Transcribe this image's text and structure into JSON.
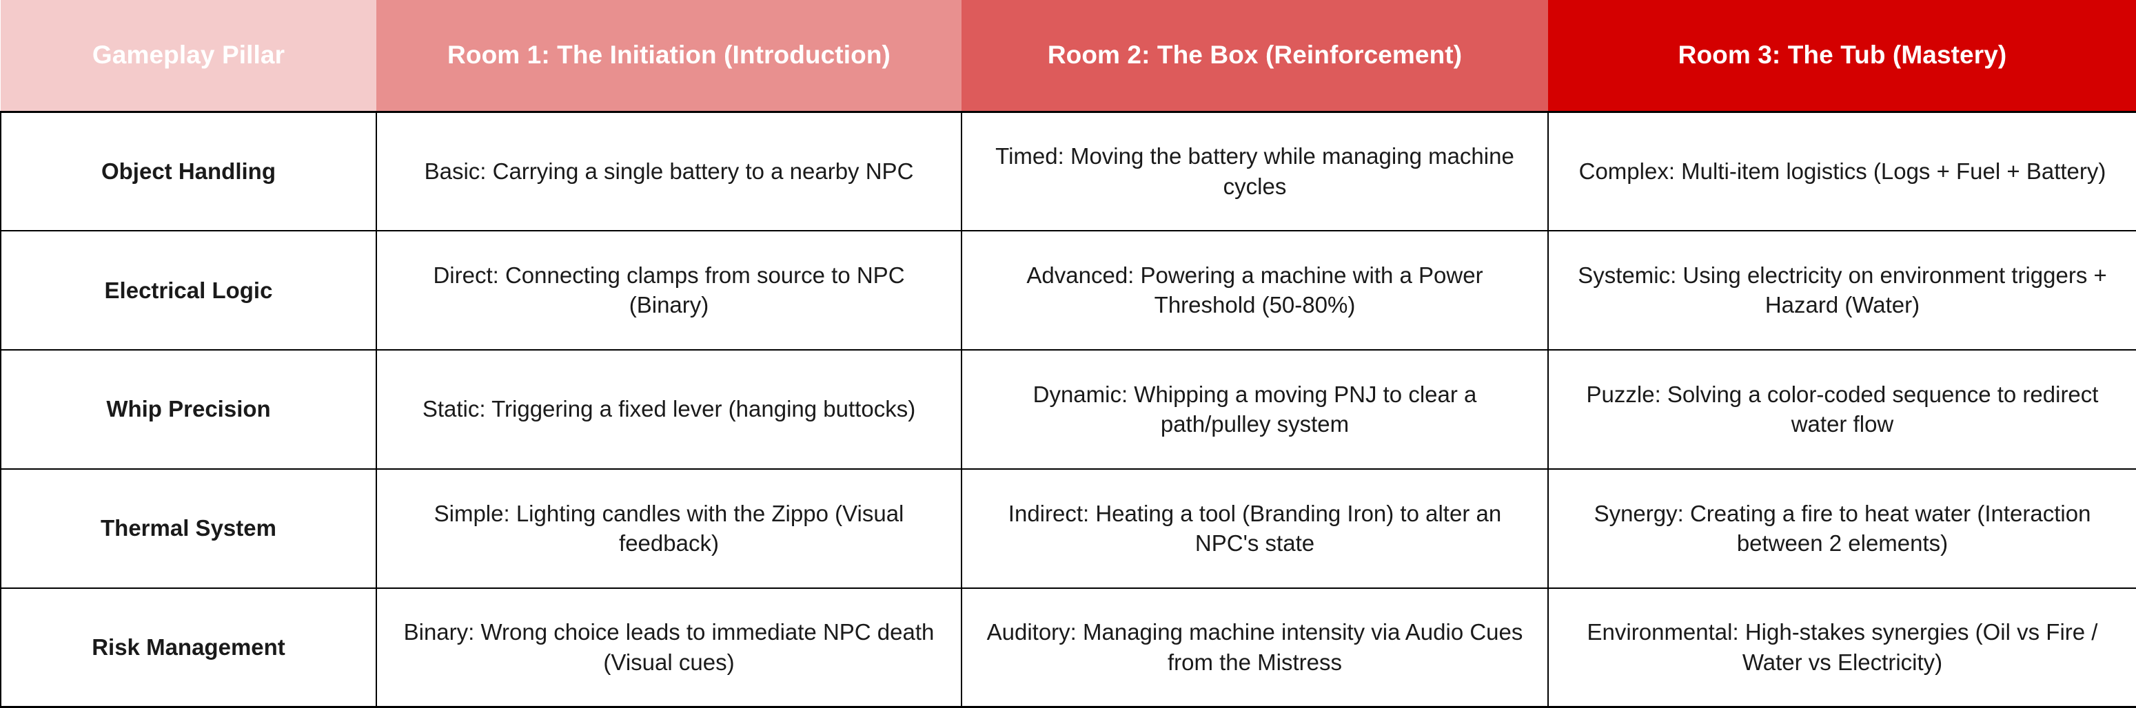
{
  "table": {
    "headers": [
      {
        "label": "Gameplay Pillar",
        "color": "#f4cbcb"
      },
      {
        "label": "Room 1: The Initiation (Introduction)",
        "color": "#e8908f"
      },
      {
        "label": "Room 2: The Box (Reinforcement)",
        "color": "#dd5b5b"
      },
      {
        "label": "Room 3: The Tub (Mastery)",
        "color": "#d40000"
      }
    ],
    "rows": [
      {
        "pillar": "Object Handling",
        "room1": "Basic: Carrying a single battery to a nearby NPC",
        "room2": "Timed: Moving the battery while managing machine cycles",
        "room3": "Complex: Multi-item logistics (Logs + Fuel + Battery)"
      },
      {
        "pillar": "Electrical Logic",
        "room1": "Direct: Connecting clamps from source to NPC (Binary)",
        "room2": "Advanced: Powering a machine with a Power Threshold (50-80%)",
        "room3": "Systemic: Using electricity on environment triggers + Hazard (Water)"
      },
      {
        "pillar": "Whip Precision",
        "room1": "Static: Triggering a fixed lever (hanging buttocks)",
        "room2": "Dynamic: Whipping a moving PNJ to clear a path/pulley system",
        "room3": "Puzzle: Solving a color-coded sequence to redirect water flow"
      },
      {
        "pillar": "Thermal System",
        "room1": "Simple: Lighting candles with the Zippo (Visual feedback)",
        "room2": "Indirect: Heating a tool (Branding Iron) to alter an NPC's state",
        "room3": "Synergy: Creating a fire to heat water (Interaction between 2 elements)"
      },
      {
        "pillar": "Risk Management",
        "room1": "Binary: Wrong choice leads to immediate NPC death (Visual cues)",
        "room2": "Auditory: Managing machine intensity via Audio Cues from the Mistress",
        "room3": "Environmental: High-stakes synergies (Oil vs Fire / Water vs Electricity)"
      }
    ]
  }
}
